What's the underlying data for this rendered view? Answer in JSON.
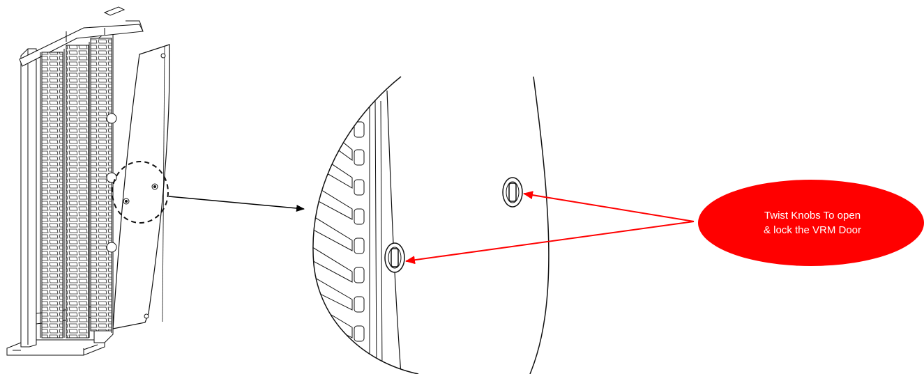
{
  "callout": {
    "line1": "Twist Knobs To open",
    "line2": "& lock the VRM Door"
  },
  "colors": {
    "callout_fill": "#ff0000",
    "callout_text": "#ffffff",
    "pointer_arrow": "#ff0000",
    "zoom_arrow": "#000000",
    "line_art": "#111111"
  },
  "icons": {
    "rack": "equipment-rack-drawing",
    "zoom_marker": "dashed-circle-icon",
    "knob": "twist-knob-icon"
  }
}
